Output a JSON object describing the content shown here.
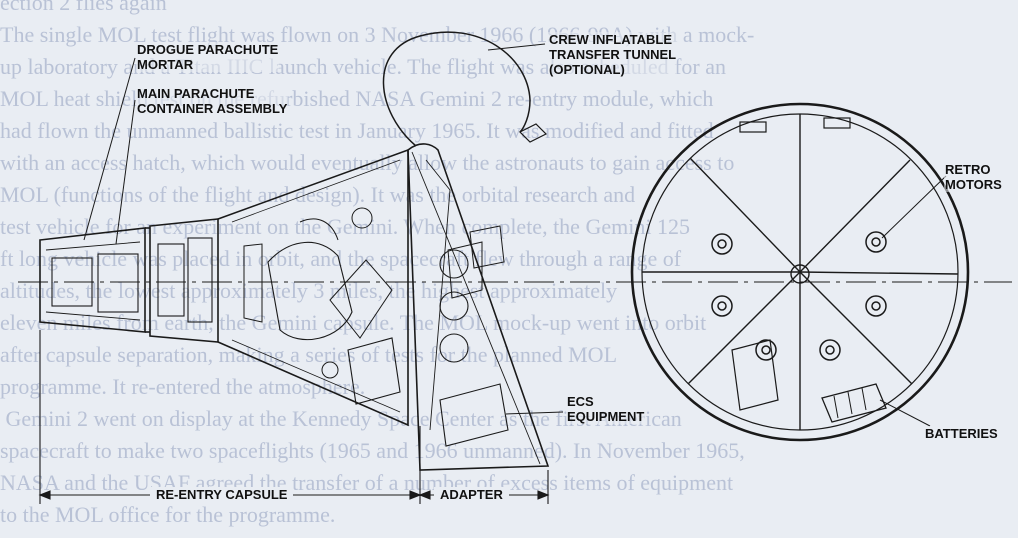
{
  "background_text": [
    "ection 2 flies again",
    "The single MOL test flight was flown on 3 November 1966 (1966-99A) with a mock-",
    "up laboratory and a Titan IIIC launch vehicle. The flight was also scheduled for an",
    "MOL heat shield test on the refurbished NASA Gemini 2 re-entry module, which",
    "had flown the unmanned ballistic test in January 1965. It was modified and fitted",
    "with an access hatch, which would eventually allow the astronauts to gain access to",
    "MOL (functions of the flight and design). It was the orbital research and",
    "test vehicle for an experiment on the Gemini. When complete, the Gemini 125",
    "ft long vehicle was placed in orbit, and the spacecraft flew through a range of",
    "altitudes, the lowest approximately 3 miles, the highest approximately",
    "eleven miles from earth, the Gemini capsule. The MOL mock-up went into orbit",
    "after capsule separation, making a series of tests for the planned MOL",
    "programme. It re-entered the atmosphere.",
    " Gemini 2 went on display at the Kennedy Space Center as the first American",
    "spacecraft to make two spaceflights (1965 and 1966 unmanned). In November 1965,",
    "NASA and the USAF agreed the transfer of a number of excess items of equipment",
    "to the MOL office for the programme."
  ],
  "labels": {
    "drogue_parachute": "DROGUE PARACHUTE\nMORTAR",
    "main_parachute": "MAIN PARACHUTE\nCONTAINER ASSEMBLY",
    "crew_tunnel": "CREW INFLATABLE\nTRANSFER TUNNEL\n(OPTIONAL)",
    "retro_motors": "RETRO\nMOTORS",
    "ecs_equipment": "ECS\nEQUIPMENT",
    "batteries": "BATTERIES",
    "reentry_capsule": "RE-ENTRY CAPSULE",
    "adapter": "ADAPTER"
  }
}
